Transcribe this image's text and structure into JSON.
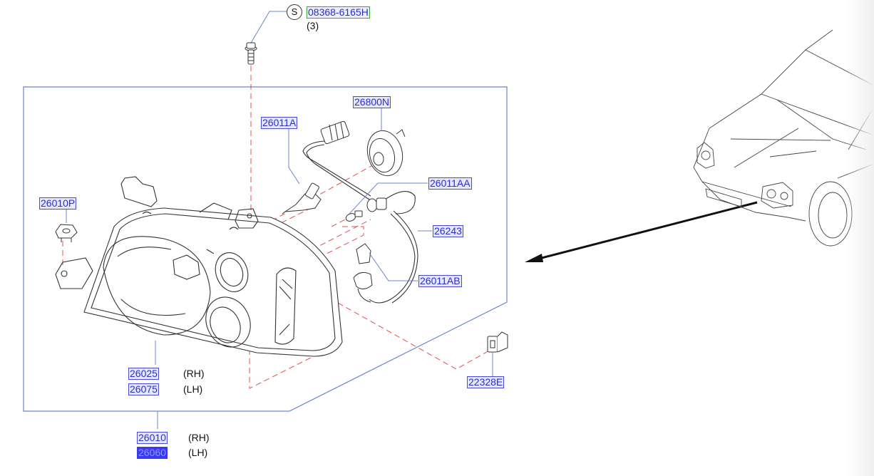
{
  "diagram": {
    "title": "Headlamp assembly parts diagram",
    "colors": {
      "part_number_text": "#2b2bd6",
      "part_number_bg": "#e6e8ff",
      "selected_bg": "#3a3af0",
      "frame_line": "#6a86c8",
      "dashed_line": "#e05050",
      "drawing_line": "#333333"
    },
    "standard_part": {
      "symbol": "S",
      "number": "08368-6165H",
      "quantity": "(3)"
    },
    "parts": [
      {
        "id": "p26800N",
        "number": "26800N"
      },
      {
        "id": "p26011A",
        "number": "26011A"
      },
      {
        "id": "p26011AA",
        "number": "26011AA"
      },
      {
        "id": "p26243",
        "number": "26243"
      },
      {
        "id": "p26011AB",
        "number": "26011AB"
      },
      {
        "id": "p26010P",
        "number": "26010P"
      },
      {
        "id": "p22328E",
        "number": "22328E"
      }
    ],
    "lamp_unit": {
      "rh": {
        "number": "26025",
        "side": "(RH)"
      },
      "lh": {
        "number": "26075",
        "side": "(LH)"
      }
    },
    "assembly": {
      "rh": {
        "number": "26010",
        "side": "(RH)"
      },
      "lh": {
        "number": "26060",
        "side": "(LH)",
        "selected": true
      }
    },
    "vehicle_reference": "front-view-vehicle-icon"
  }
}
